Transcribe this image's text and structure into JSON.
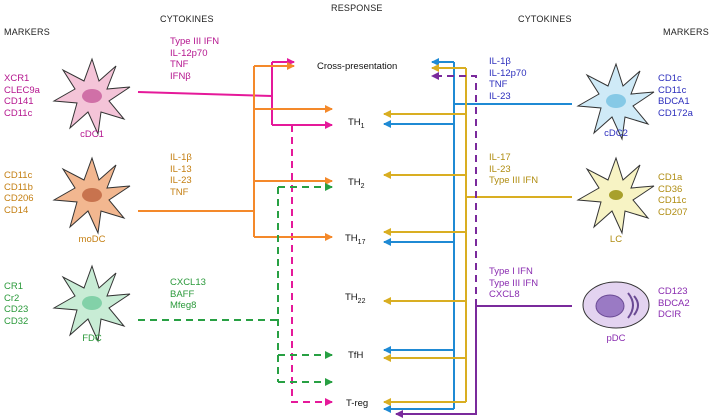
{
  "headers": {
    "markers_left": "MARKERS",
    "cytokines_left": "CYTOKINES",
    "response": "RESPONSE",
    "cytokines_right": "CYTOKINES",
    "markers_right": "MARKERS"
  },
  "colors": {
    "cdc1": "#e5199a",
    "modc": "#f4892a",
    "fdc": "#28a043",
    "cdc2": "#1f8ad4",
    "lc": "#d9ae22",
    "pdc": "#7a2a9c",
    "cdc1_text": "#b5168f",
    "modc_text": "#c47f12",
    "fdc_text": "#2b9a3b",
    "cdc2_text": "#2d2fbd",
    "lc_text": "#b08d12",
    "pdc_text": "#8a2cb0"
  },
  "cells": {
    "cdc1": {
      "name": "cDC1",
      "markers": [
        "XCR1",
        "CLEC9a",
        "CD141",
        "CD11c"
      ],
      "cytokines": [
        "Type III IFN",
        "IL-12p70",
        "TNF",
        "IFNβ"
      ]
    },
    "modc": {
      "name": "moDC",
      "markers": [
        "CD11c",
        "CD11b",
        "CD206",
        "CD14"
      ],
      "cytokines": [
        "IL-1β",
        "IL-13",
        "IL-23",
        "TNF"
      ]
    },
    "fdc": {
      "name": "FDC",
      "markers": [
        "CR1",
        "Cr2",
        "CD23",
        "CD32"
      ],
      "cytokines": [
        "CXCL13",
        "BAFF",
        "Mfeg8"
      ]
    },
    "cdc2": {
      "name": "cDC2",
      "markers": [
        "CD1c",
        "CD11c",
        "BDCA1",
        "CD172a"
      ],
      "cytokines": [
        "IL-1β",
        "IL-12p70",
        "TNF",
        "IL-23"
      ]
    },
    "lc": {
      "name": "LC",
      "markers": [
        "CD1a",
        "CD36",
        "CD11c",
        "CD207"
      ],
      "cytokines": [
        "IL-17",
        "IL-23",
        "Type III IFN"
      ]
    },
    "pdc": {
      "name": "pDC",
      "markers": [
        "CD123",
        "BDCA2",
        "DCIR"
      ],
      "cytokines": [
        "Type I IFN",
        "Type III IFN",
        "CXCL8"
      ]
    }
  },
  "responses": {
    "cross": "Cross-presentation",
    "th1": {
      "base": "TH",
      "sub": "1"
    },
    "th2": {
      "base": "TH",
      "sub": "2"
    },
    "th17": {
      "base": "TH",
      "sub": "17"
    },
    "th22": {
      "base": "TH",
      "sub": "22"
    },
    "tfh": "TfH",
    "treg": "T-reg"
  }
}
